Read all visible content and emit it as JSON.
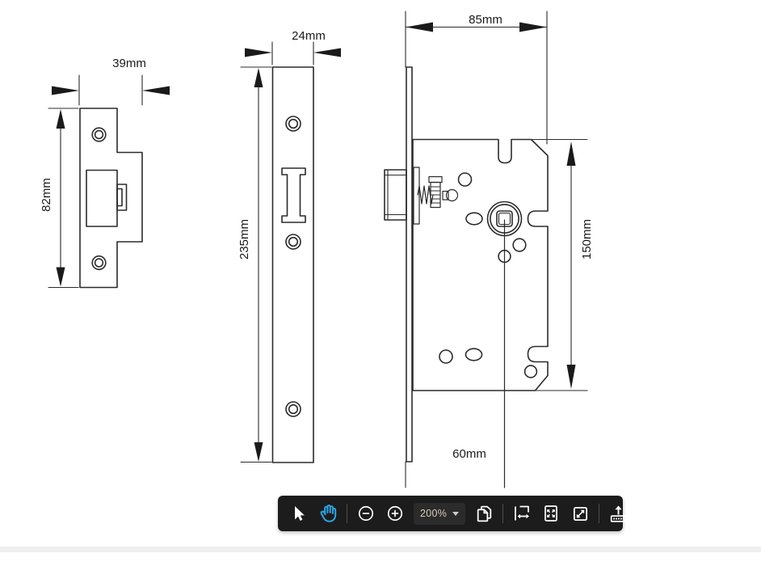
{
  "drawing": {
    "title": "mortice-lock-technical-drawing",
    "strike_plate": {
      "width": "39mm",
      "height": "82mm"
    },
    "faceplate": {
      "width": "24mm",
      "height": "235mm"
    },
    "lock_case": {
      "width": "85mm",
      "height": "150mm",
      "backset": "60mm"
    }
  },
  "toolbar": {
    "zoom_level": "200%",
    "active_tool": "pan-hand",
    "tools": [
      "select-cursor",
      "pan-hand",
      "zoom-out",
      "zoom-in",
      "zoom-level-select",
      "copy-pages",
      "fit-width",
      "fit-page",
      "actual-size",
      "export-measure"
    ]
  },
  "colors": {
    "accent_blue": "#2BA3E3",
    "toolbar_bg": "#1C1C1C",
    "line_color": "#2B2B2B",
    "bottom_strip": "#EFEFEF"
  }
}
